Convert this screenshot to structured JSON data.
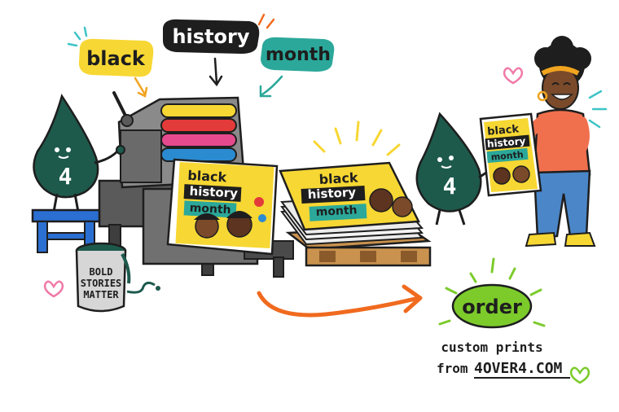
{
  "labels": {
    "word1": "black",
    "word2": "history",
    "word3": "month"
  },
  "press_mascot": {
    "number": "4"
  },
  "poster_mascot": {
    "number": "4"
  },
  "paint_can": {
    "line1": "BOLD",
    "line2": "STORIES",
    "line3": "MATTER"
  },
  "poster": {
    "line1": "black",
    "line2": "history",
    "line3": "month"
  },
  "cta": {
    "button": "order",
    "line1": "custom prints",
    "line2_prefix": "from",
    "line2_site": "4OVER4.COM"
  },
  "colors": {
    "teal": "#1d5a4c",
    "yellow": "#f7d733",
    "black": "#1e1e1e",
    "teal_label": "#2ba89a",
    "orange_arrow": "#f06a1f",
    "green_button": "#7ccb2b",
    "pink_heart": "#f07aa8",
    "accent_cyan": "#3fc4c6"
  },
  "icons": [
    "heart-icon",
    "arrow-icon",
    "sparkle-icon"
  ]
}
